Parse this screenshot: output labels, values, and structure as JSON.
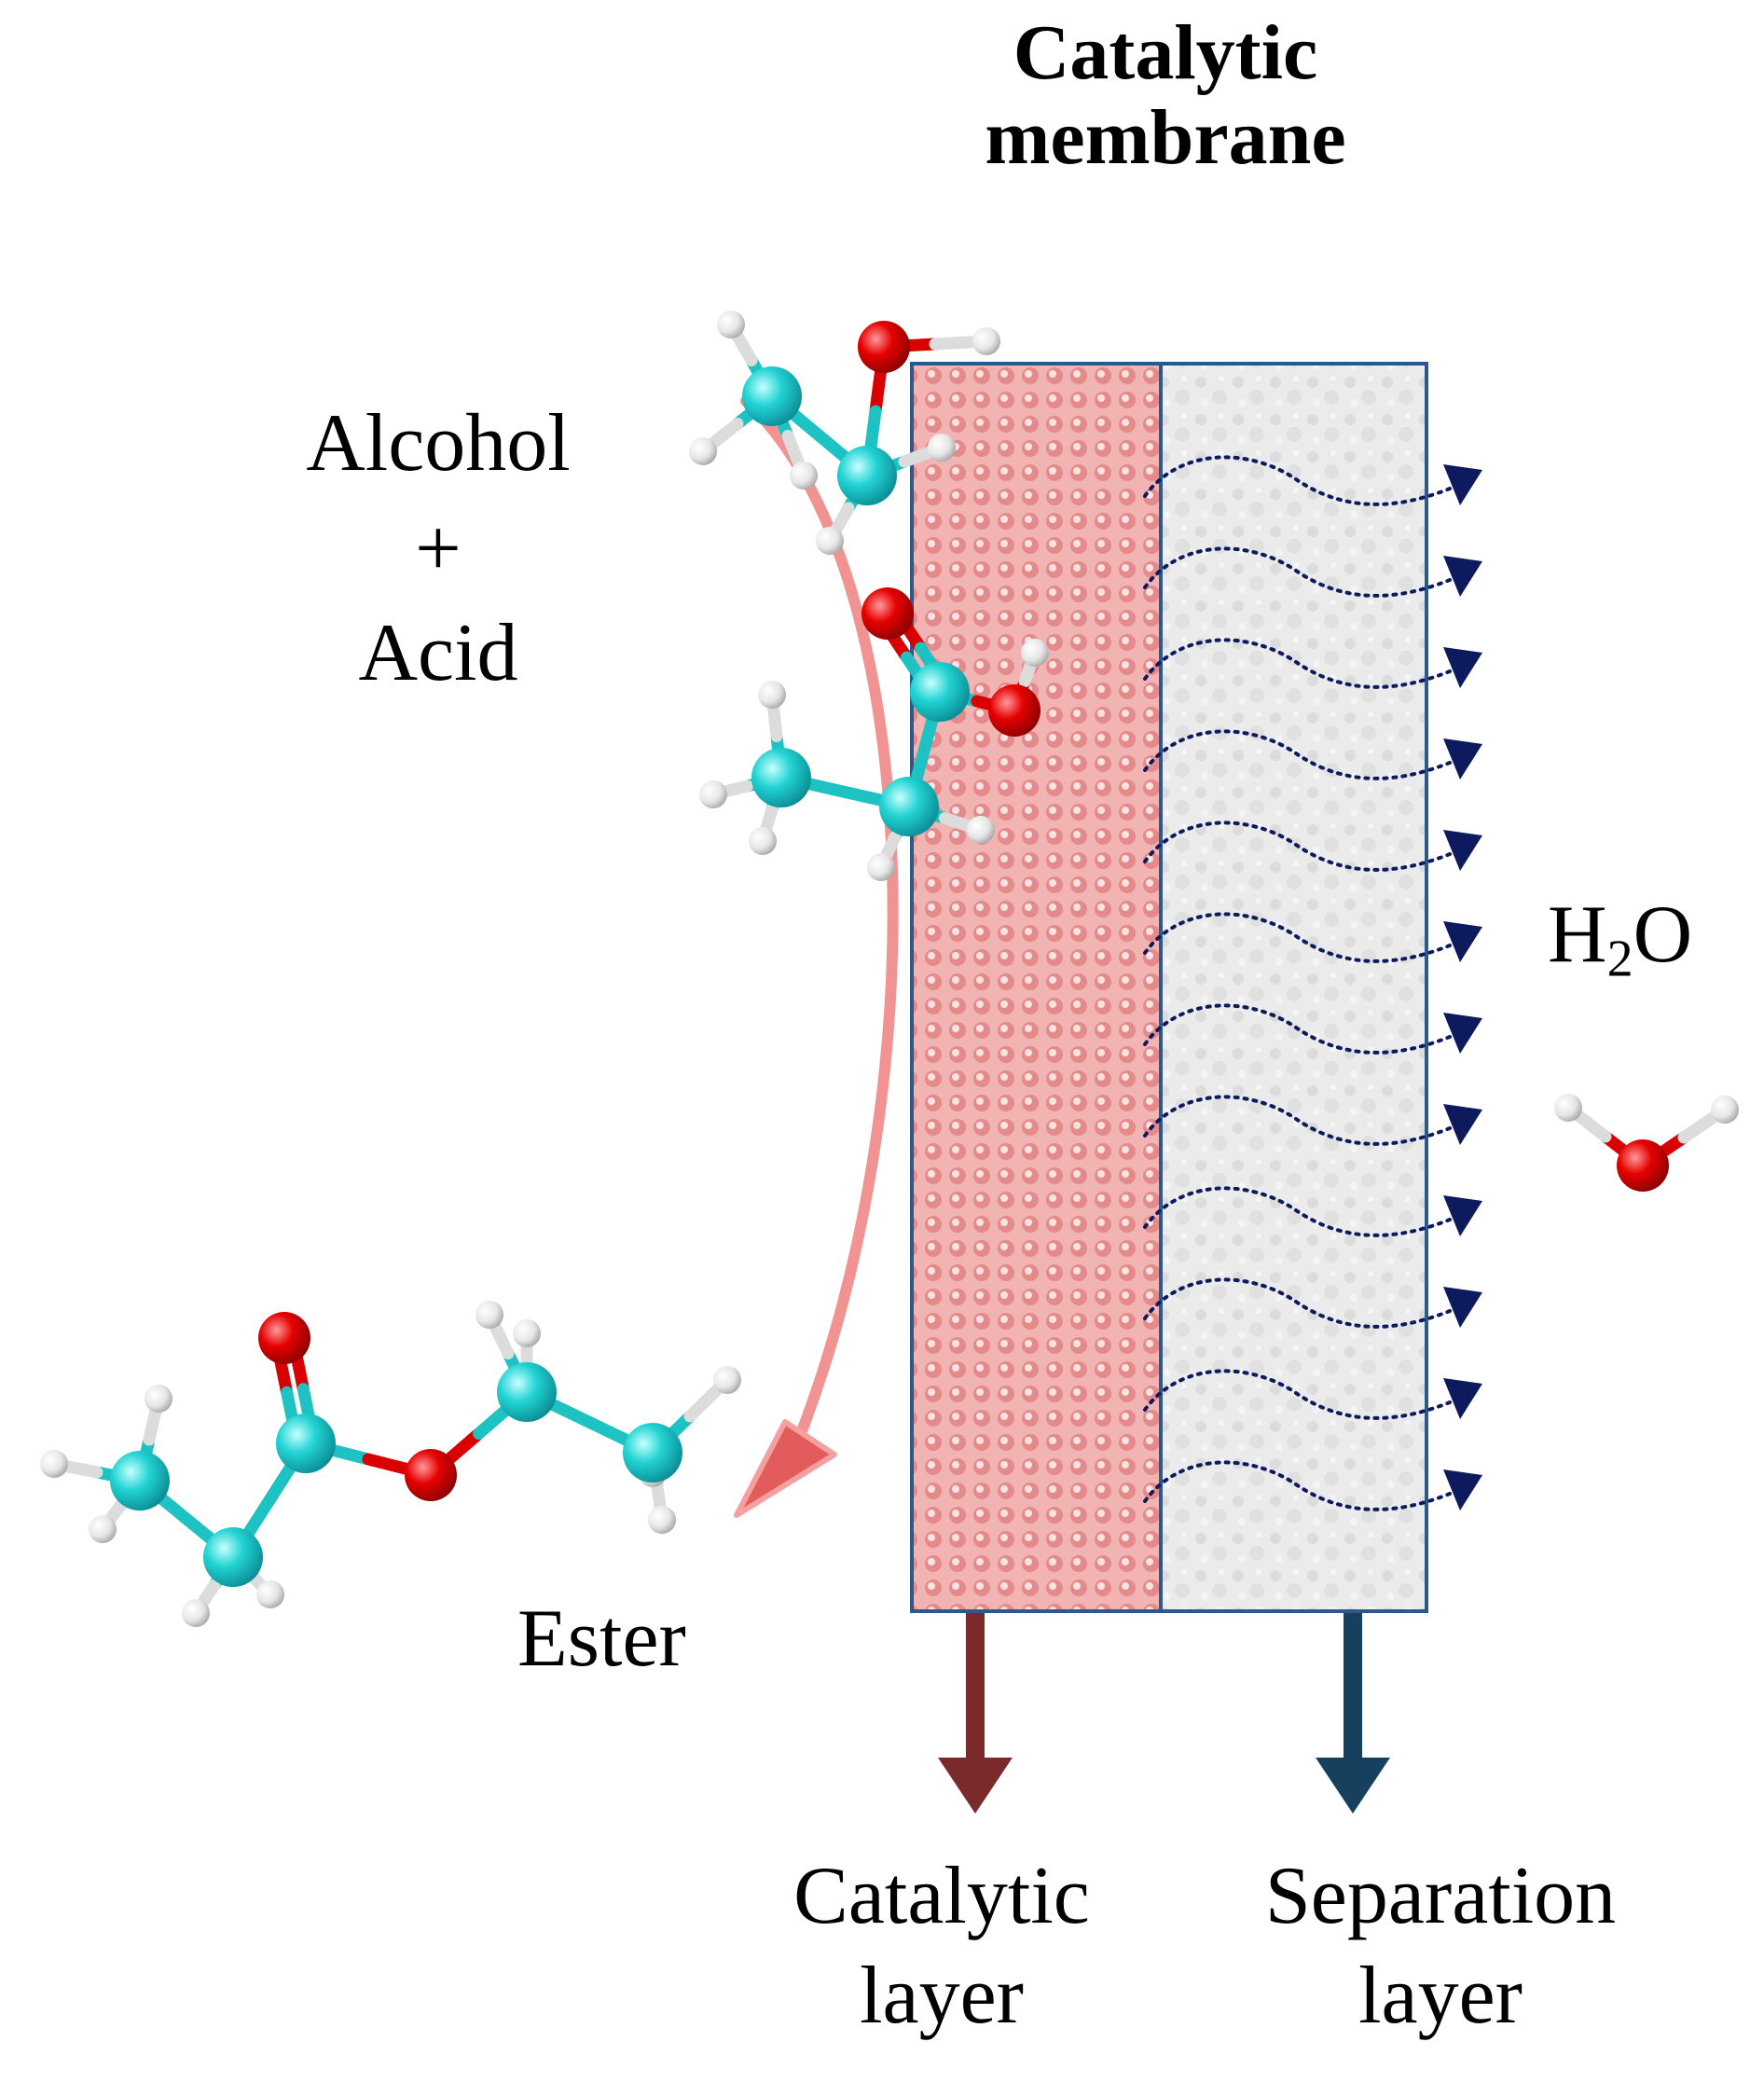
{
  "title": {
    "line1": "Catalytic",
    "line2": "membrane"
  },
  "reactants": {
    "line1": "Alcohol",
    "line2": "+",
    "line3": "Acid"
  },
  "product": {
    "label": "Ester"
  },
  "permeate": {
    "label_base": "H",
    "label_sub": "2",
    "label_tail": "O"
  },
  "layers": {
    "catalytic": {
      "line1": "Catalytic",
      "line2": "layer",
      "color": "#e8a0a0",
      "arrow_color": "#7a2a2a"
    },
    "separation": {
      "line1": "Separation",
      "line2": "layer",
      "color": "#e6e6e6",
      "arrow_color": "#16405e"
    }
  },
  "colors": {
    "carbon": "#22d3d3",
    "oxygen": "#e60000",
    "hydrogen": "#eeeeee",
    "frame": "#2a5a8a",
    "flow_arrow": "#f08080",
    "water_path": "#0d1b5e"
  },
  "icons": {
    "alcohol": "ethanol-molecule-icon",
    "acid": "propionic-acid-molecule-icon",
    "ester": "ethyl-propionate-molecule-icon",
    "water": "water-molecule-icon"
  }
}
